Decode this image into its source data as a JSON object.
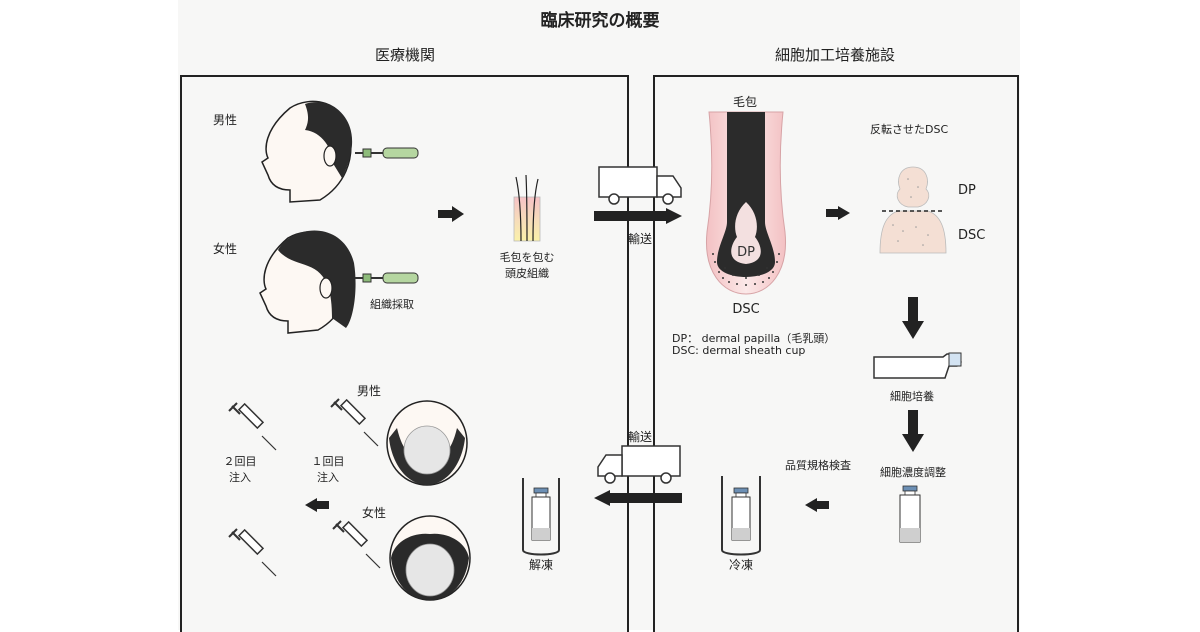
{
  "title": "臨床研究の概要",
  "left_panel": {
    "heading": "医療機関",
    "male_label": "男性",
    "female_label": "女性",
    "tissue_collection": "組織採取",
    "scalp_tissue": "毛包を包む\n頭皮組織",
    "male_label_2": "男性",
    "female_label_2": "女性",
    "injection_1": "１回目\n注入",
    "injection_2": "２回目\n注入",
    "thaw": "解凍"
  },
  "right_panel": {
    "heading": "細胞加工培養施設",
    "hair_follicle": "毛包",
    "dp_inside": "DP",
    "dsc_below": "DSC",
    "inverted_dsc": "反転させたDSC",
    "dp_label": "DP",
    "dsc_label": "DSC",
    "def_dp": "DP： dermal papilla（毛乳頭）",
    "def_dsc": "DSC:  dermal sheath cup",
    "cell_culture": "細胞培養",
    "cell_concentration": "細胞濃度調整",
    "quality_test": "品質規格検査",
    "freeze": "冷凍"
  },
  "transport": {
    "label_top": "輸送",
    "label_bottom": "輸送"
  }
}
